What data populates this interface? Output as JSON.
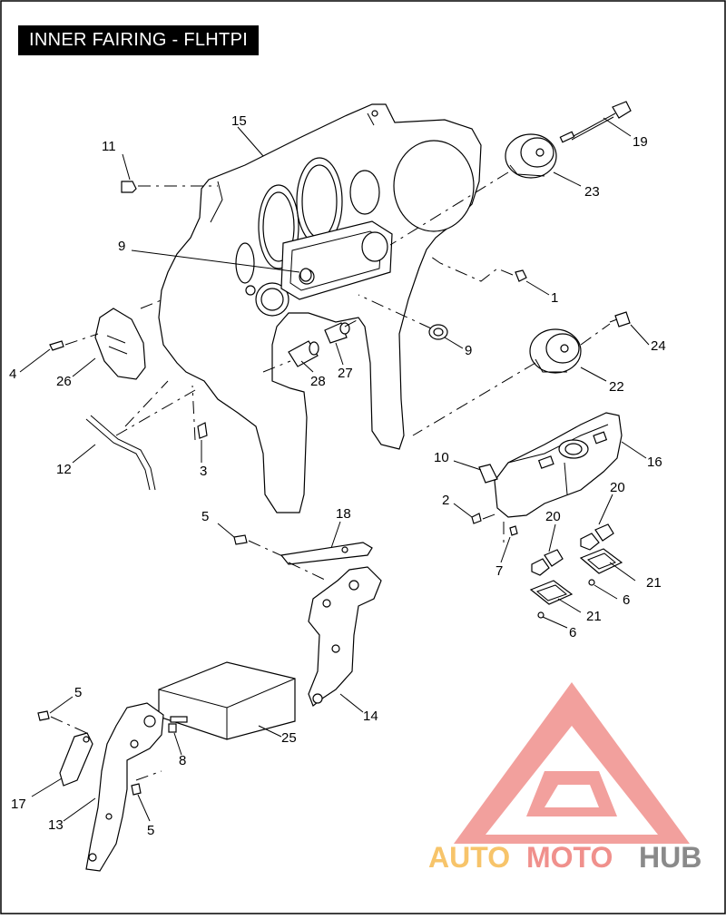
{
  "title": "INNER FAIRING - FLHTPI",
  "callouts": [
    {
      "id": "c15",
      "label": "15"
    },
    {
      "id": "c11",
      "label": "11"
    },
    {
      "id": "c19",
      "label": "19"
    },
    {
      "id": "c23",
      "label": "23"
    },
    {
      "id": "c9a",
      "label": "9"
    },
    {
      "id": "c1",
      "label": "1"
    },
    {
      "id": "c9b",
      "label": "9"
    },
    {
      "id": "c24",
      "label": "24"
    },
    {
      "id": "c4",
      "label": "4"
    },
    {
      "id": "c26",
      "label": "26"
    },
    {
      "id": "c28",
      "label": "28"
    },
    {
      "id": "c27",
      "label": "27"
    },
    {
      "id": "c22",
      "label": "22"
    },
    {
      "id": "c10",
      "label": "10"
    },
    {
      "id": "c16",
      "label": "16"
    },
    {
      "id": "c12",
      "label": "12"
    },
    {
      "id": "c3",
      "label": "3"
    },
    {
      "id": "c2",
      "label": "2"
    },
    {
      "id": "c20a",
      "label": "20"
    },
    {
      "id": "c20b",
      "label": "20"
    },
    {
      "id": "c5a",
      "label": "5"
    },
    {
      "id": "c18",
      "label": "18"
    },
    {
      "id": "c7",
      "label": "7"
    },
    {
      "id": "c21a",
      "label": "21"
    },
    {
      "id": "c6a",
      "label": "6"
    },
    {
      "id": "c21b",
      "label": "21"
    },
    {
      "id": "c6b",
      "label": "6"
    },
    {
      "id": "c14",
      "label": "14"
    },
    {
      "id": "c5b",
      "label": "5"
    },
    {
      "id": "c25",
      "label": "25"
    },
    {
      "id": "c8",
      "label": "8"
    },
    {
      "id": "c17",
      "label": "17"
    },
    {
      "id": "c13",
      "label": "13"
    },
    {
      "id": "c5c",
      "label": "5"
    }
  ],
  "watermark": {
    "part1": "AUTO",
    "part2": "MOTO",
    "part3": "HUB",
    "color_red": "#f0908c",
    "color_orange": "#f7c46a",
    "color_gray": "#8a8a8a"
  }
}
